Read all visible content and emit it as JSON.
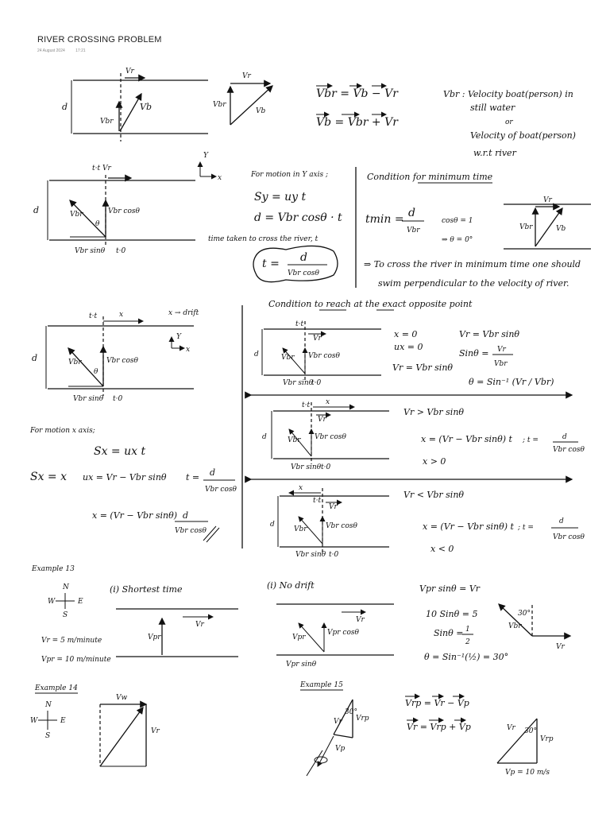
{
  "header": {
    "title": "RIVER CROSSING PROBLEM",
    "date": "24 August 2024",
    "time": "17:21"
  },
  "top": {
    "vr": "Vr",
    "vb": "Vb",
    "vbr": "Vbr",
    "d": "d",
    "vbr2": "Vbr",
    "tri_vr": "Vr",
    "tri_vbr": "Vbr",
    "tri_vb": "Vb",
    "eq1": "Vbr = Vb − Vr",
    "eq2": "Vb = Vbr + Vr",
    "def1": "Vbr : Velocity boat(person) in",
    "def2": "still water",
    "def3": "or",
    "def4": "Velocity of boat(person)",
    "def5": "w.r.t river"
  },
  "motion_y": {
    "t_label": "t·t  Vr",
    "axis_y": "Y",
    "axis_x": "x",
    "d": "d",
    "vbr": "Vbr",
    "vbrcos": "Vbr cosθ",
    "theta": "θ",
    "vbrsin": "Vbr sinθ",
    "t0": "t·0",
    "h": "For motion in Y axis ;",
    "eq1": "Sy = uy t",
    "eq2": "d = Vbr cosθ · t",
    "note": "time taken to cross the river, t",
    "t_eq": "t =",
    "t_num": "d",
    "t_den": "Vbr cosθ"
  },
  "min_time": {
    "h": "Condition for minimum time",
    "tmin": "tmin =",
    "num": "d",
    "den": "Vbr",
    "cos": "cosθ = 1",
    "theta": "⇒ θ = 0°",
    "conc1": "⇒ To cross the river in minimum time one should",
    "conc2": "swim perpendicular to the velocity of river.",
    "d_vr": "Vr",
    "d_vbr": "Vbr",
    "d_vb": "Vb"
  },
  "drift": {
    "t_label": "t·t",
    "x": "x",
    "drift": "x → drift",
    "axis_y": "Y",
    "axis_x": "x",
    "d": "d",
    "vbr": "Vbr",
    "vbrcos": "Vbr cosθ",
    "theta": "θ",
    "vbrsin": "Vbr sinθ",
    "t0": "t·0"
  },
  "motion_x": {
    "h": "For motion x axis;",
    "eq1": "Sx = ux t",
    "sx": "Sx = x",
    "ux": "ux = Vr − Vbr sinθ",
    "t": "t =",
    "tnum": "d",
    "tden": "Vbr cosθ",
    "x": "x = (Vr − Vbr sinθ)",
    "xnum": "d",
    "xden": "Vbr cosθ"
  },
  "opposite": {
    "h": "Condition to reach at the exact opposite point",
    "x0": "x = 0",
    "ux0": "ux = 0",
    "vr": "Vr = Vbr sinθ",
    "vr2": "Vr = Vbr sinθ",
    "sin": "Sinθ =",
    "sin_num": "Vr",
    "sin_den": "Vbr",
    "theta": "θ = Sin⁻¹ (Vr / Vbr)"
  },
  "case_gt": {
    "cond": "Vr > Vbr sinθ",
    "x": "x = (Vr − Vbr sinθ) t",
    "t": "; t =",
    "tnum": "d",
    "tden": "Vbr cosθ",
    "sign": "x > 0"
  },
  "case_lt": {
    "cond": "Vr < Vbr sinθ",
    "x": "x = (Vr − Vbr sinθ) t",
    "t": "; t =",
    "tnum": "d",
    "tden": "Vbr cosθ",
    "sign": "x < 0"
  },
  "ex13": {
    "h": "Example 13",
    "i": "(i)  Shortest time",
    "ii": "(i) No drift",
    "vr_given": "Vr = 5 m/minute",
    "vpr_given": "Vpr = 10 m/minute",
    "vpr": "Vpr",
    "vr": "Vr",
    "vprcos": "Vpr cosθ",
    "vprsin": "Vpr sinθ",
    "vr2": "Vr",
    "e1": "Vpr sinθ = Vr",
    "e2": "10 Sinθ = 5",
    "e3": "Sinθ =",
    "e3n": "1",
    "e3d": "2",
    "e4": "θ = Sin⁻¹(½) = 30°",
    "angle": "30°",
    "vbr": "Vbr",
    "vr3": "Vr"
  },
  "compass": {
    "n": "N",
    "s": "S",
    "e": "E",
    "w": "W"
  },
  "ex14": {
    "h": "Example 14",
    "vw": "Vw",
    "vr": "Vr"
  },
  "ex15": {
    "h": "Example 15",
    "vr": "Vr",
    "vrp": "Vrp",
    "vp": "Vp",
    "ang": "30°",
    "eq1": "Vrp = Vr − Vp",
    "eq2": "Vr = Vrp + Vp",
    "vr2": "Vr",
    "vrp2": "Vrp",
    "ang2": "30°",
    "given": "Vp = 10 m/s"
  }
}
